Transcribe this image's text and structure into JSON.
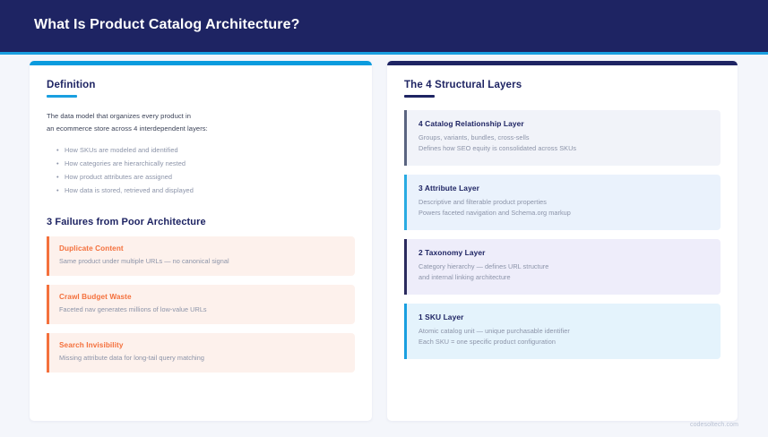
{
  "header": {
    "title": "What Is Product Catalog Architecture?",
    "bg_color": "#1e2463",
    "accent_color": "#199fe0"
  },
  "left_panel": {
    "accent_color": "#0a9bde",
    "definition": {
      "heading": "Definition",
      "body_lines": [
        "The data model that organizes every product in",
        "an ecommerce store across 4 interdependent layers:"
      ],
      "bullets": [
        "How SKUs are modeled and identified",
        "How categories are hierarchically nested",
        "How product attributes are assigned",
        "How data is stored, retrieved and displayed"
      ]
    },
    "failures": {
      "heading": "3 Failures from Poor Architecture",
      "accent_color": "#f4703c",
      "items": [
        {
          "title": "Duplicate Content",
          "desc": "Same product under multiple URLs — no canonical signal"
        },
        {
          "title": "Crawl Budget Waste",
          "desc": "Faceted nav generates millions of low-value URLs"
        },
        {
          "title": "Search Invisibility",
          "desc": "Missing attribute data for long-tail query matching"
        }
      ]
    }
  },
  "right_panel": {
    "accent_color": "#1e2463",
    "heading": "The 4 Structural Layers",
    "layers": [
      {
        "title": "4 Catalog Relationship Layer",
        "line1": "Groups, variants, bundles, cross-sells",
        "line2": "Defines how SEO equity is consolidated across SKUs",
        "border_color": "#5a6480",
        "bg_color": "#f1f3f9"
      },
      {
        "title": "3 Attribute Layer",
        "line1": "Descriptive and filterable product properties",
        "line2": "Powers faceted navigation and Schema.org markup",
        "border_color": "#29abe2",
        "bg_color": "#eaf2fc"
      },
      {
        "title": "2 Taxonomy Layer",
        "line1": "Category hierarchy — defines URL structure",
        "line2": "and internal linking architecture",
        "border_color": "#2a2a5e",
        "bg_color": "#eeedfa"
      },
      {
        "title": "1 SKU Layer",
        "line1": "Atomic catalog unit — unique purchasable identifier",
        "line2": "Each SKU = one specific product configuration",
        "border_color": "#199fe0",
        "bg_color": "#e4f3fc"
      }
    ]
  },
  "footer": {
    "credit": "codesoltech.com"
  }
}
